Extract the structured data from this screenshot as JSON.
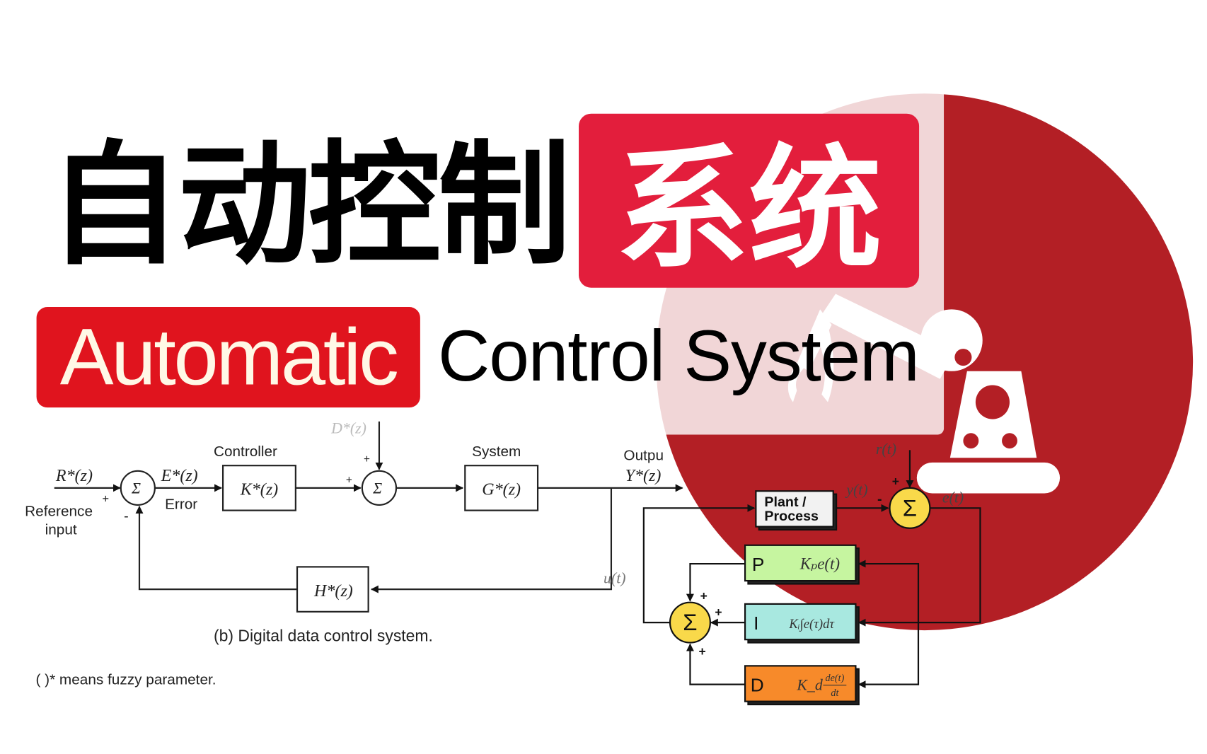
{
  "title": {
    "cn_part1": "自动控制",
    "cn_part2": "系统",
    "en_highlight": "Automatic",
    "en_rest": "Control System"
  },
  "colors": {
    "title_red": "#e31e3c",
    "automatic_red": "#e0141e",
    "circle_red": "#b31f25",
    "p_block": "#c6f5a0",
    "i_block": "#a8e8e0",
    "d_block": "#f78a2a",
    "sum_yellow": "#f9d94a"
  },
  "digital_diagram": {
    "ref_signal": "R*(z)",
    "ref_label": "Reference",
    "ref_label2": "input",
    "error_signal": "E*(z)",
    "error_label": "Error",
    "controller_label": "Controller",
    "controller_block": "K*(z)",
    "disturbance": "D*(z)",
    "system_label": "System",
    "system_block": "G*(z)",
    "output_label": "Outpu",
    "output_signal": "Y*(z)",
    "feedback_block": "H*(z)",
    "feedback_signal": "u(t)",
    "sum_symbol": "Σ",
    "plus": "+",
    "minus": "-",
    "caption": "(b) Digital data control system.",
    "footnote": "( )* means fuzzy parameter."
  },
  "pid_diagram": {
    "plant_line1": "Plant /",
    "plant_line2": "Process",
    "r_signal": "r(t)",
    "y_signal": "y(t)",
    "e_signal": "e(t)",
    "sum_symbol": "Σ",
    "plus": "+",
    "minus": "-",
    "p_letter": "P",
    "p_formula": "Kₚe(t)",
    "i_letter": "I",
    "i_formula": "Kᵢ∫e(τ)dτ",
    "d_letter": "D",
    "d_formula": "K_d",
    "d_frac_num": "de(t)",
    "d_frac_den": "dt"
  }
}
